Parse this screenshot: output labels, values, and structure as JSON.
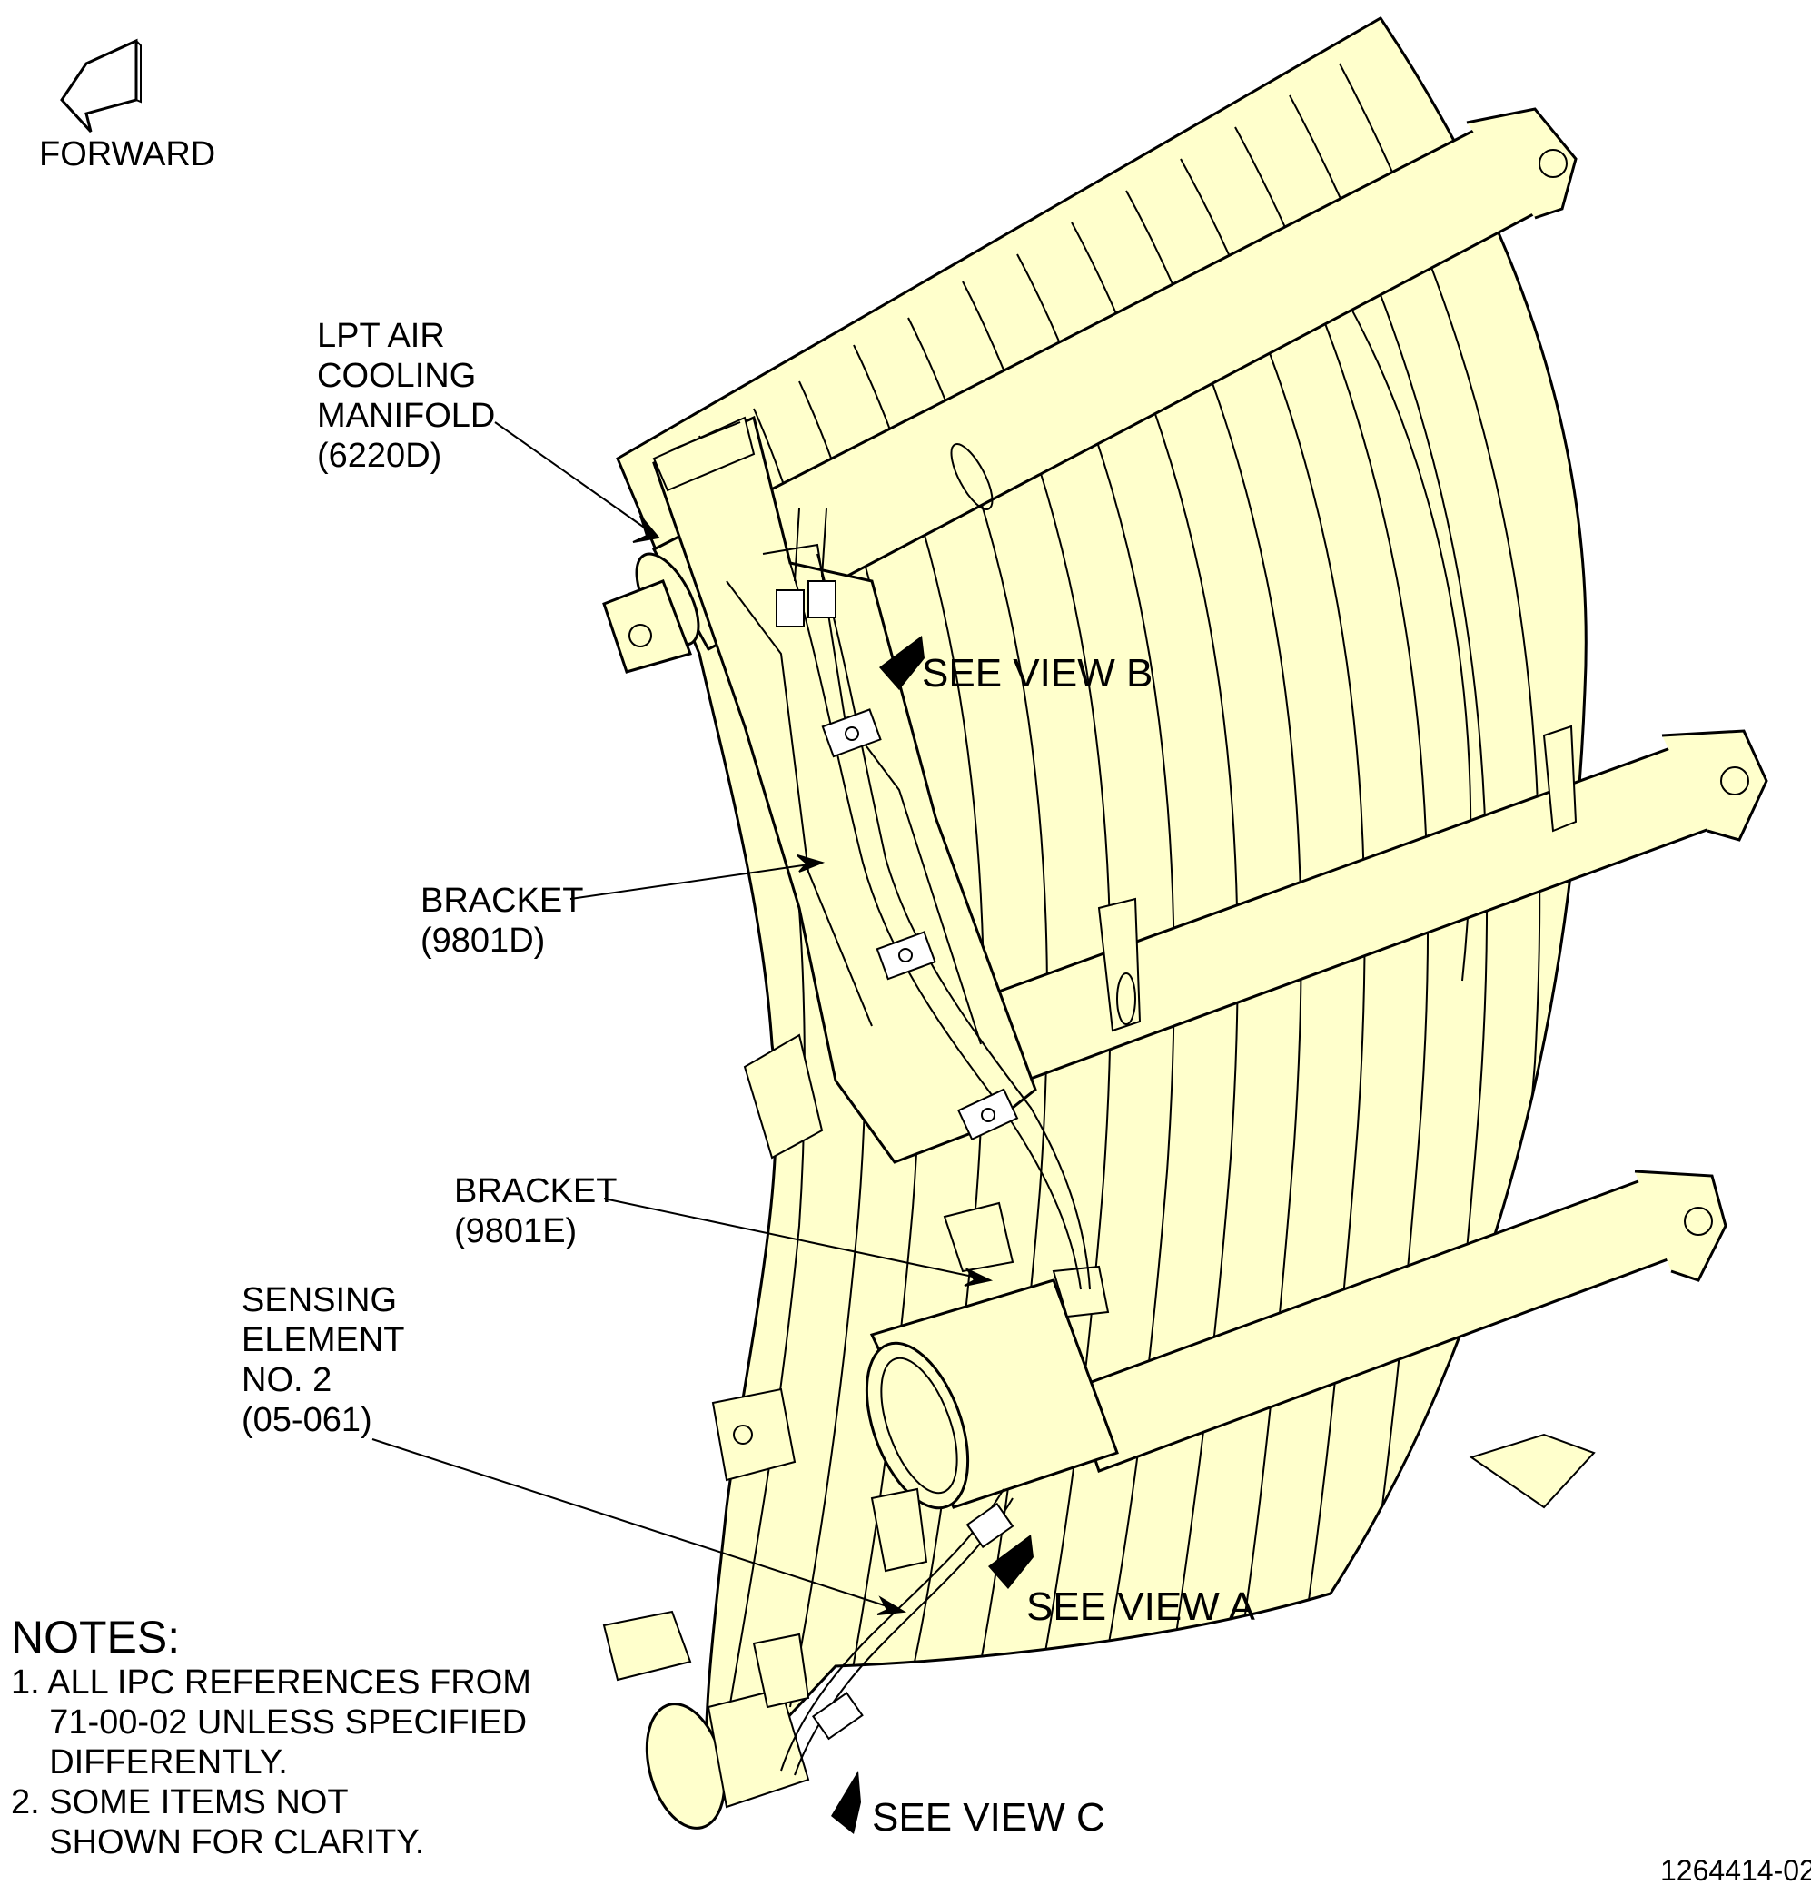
{
  "orientation": {
    "label": "FORWARD"
  },
  "callouts": {
    "manifold": [
      "LPT AIR",
      "COOLING",
      "MANIFOLD",
      "(6220D)"
    ],
    "bracket_d": [
      "BRACKET",
      "(9801D)"
    ],
    "bracket_e": [
      "BRACKET",
      "(9801E)"
    ],
    "sensing": [
      "SENSING",
      "ELEMENT",
      "NO. 2",
      "(05-061)"
    ]
  },
  "view_refs": {
    "view_b": "SEE VIEW B",
    "view_a": "SEE VIEW A",
    "view_c": "SEE VIEW C"
  },
  "notes": {
    "title": "NOTES:",
    "items": [
      [
        "1. ALL IPC REFERENCES FROM",
        "    71-00-02 UNLESS SPECIFIED",
        "    DIFFERENTLY."
      ],
      [
        "2. SOME ITEMS NOT",
        "    SHOWN FOR CLARITY."
      ]
    ]
  },
  "drawing_number": "1264414-02",
  "colors": {
    "part_fill": "#ffffcc",
    "line": "#000000",
    "background": "#ffffff"
  }
}
